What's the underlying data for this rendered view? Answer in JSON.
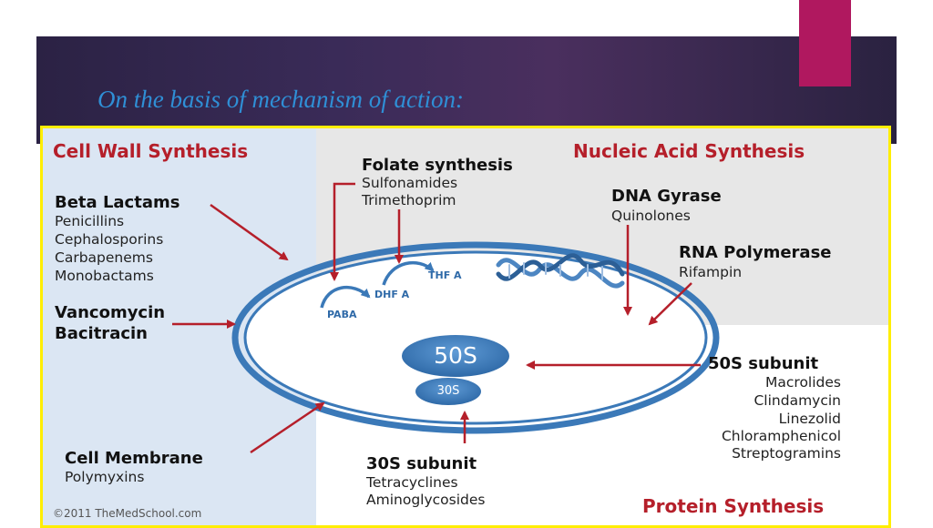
{
  "slide": {
    "title": "On the basis of mechanism of action:",
    "colors": {
      "header_band": "#3a2b58",
      "accent_tab": "#b0185f",
      "frame_border": "#ffee00",
      "title_text": "#2f8fd6",
      "section_red": "#b51f2a",
      "cell_blue": "#3b79b8"
    }
  },
  "diagram": {
    "sections": {
      "cell_wall": "Cell Wall Synthesis",
      "nucleic_acid": "Nucleic Acid Synthesis",
      "protein": "Protein Synthesis"
    },
    "beta_lactams": {
      "heading": "Beta Lactams",
      "items": [
        "Penicillins",
        "Cephalosporins",
        "Carbapenems",
        "Monobactams"
      ]
    },
    "vancomycin": [
      "Vancomycin",
      "Bacitracin"
    ],
    "cell_membrane": {
      "heading": "Cell Membrane",
      "items": [
        "Polymyxins"
      ]
    },
    "folate": {
      "heading": "Folate synthesis",
      "items": [
        "Sulfonamides",
        "Trimethoprim"
      ]
    },
    "dna_gyrase": {
      "heading": "DNA Gyrase",
      "items": [
        "Quinolones"
      ]
    },
    "rna_polymerase": {
      "heading": "RNA Polymerase",
      "items": [
        "Rifampin"
      ]
    },
    "subunit_50s": {
      "heading": "50S subunit",
      "items": [
        "Macrolides",
        "Clindamycin",
        "Linezolid",
        "Chloramphenicol",
        "Streptogramins"
      ]
    },
    "subunit_30s": {
      "heading": "30S subunit",
      "items": [
        "Tetracyclines",
        "Aminoglycosides"
      ]
    },
    "ribosome": {
      "large": "50S",
      "small": "30S"
    },
    "pathway": {
      "paba": "PABA",
      "dhfa": "DHF A",
      "thfa": "THF A"
    },
    "copyright": "©2011 TheMedSchool.com",
    "icons": [
      "dna-helix-icon",
      "arrow-icon"
    ]
  }
}
